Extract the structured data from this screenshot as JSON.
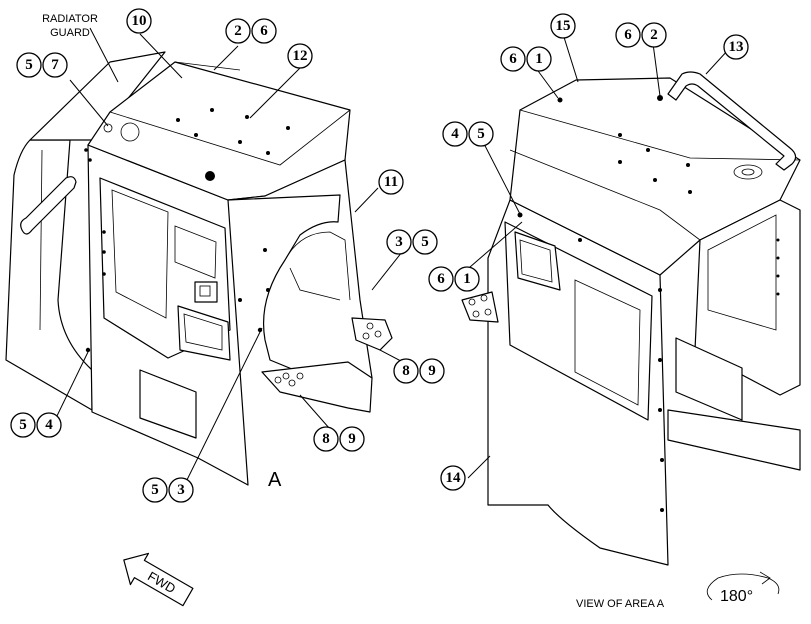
{
  "labels": {
    "radiator_guard_line1": "RADIATOR",
    "radiator_guard_line2": "GUARD",
    "view_marker": "A",
    "view_caption": "VIEW OF AREA A",
    "rotation": "180°",
    "fwd": "FWD"
  },
  "callouts": {
    "c10": "10",
    "c2a": "2",
    "c6a": "6",
    "c12": "12",
    "c5a": "5",
    "c7": "7",
    "c11": "11",
    "c3a": "3",
    "c5b": "5",
    "c8a": "8",
    "c9a": "9",
    "c8b": "8",
    "c9b": "9",
    "c5c": "5",
    "c4a": "4",
    "c5d": "5",
    "c3b": "3",
    "c15": "15",
    "c6b": "6",
    "c1a": "1",
    "c6c": "6",
    "c2b": "2",
    "c13": "13",
    "c4b": "4",
    "c5e": "5",
    "c6d": "6",
    "c1b": "1",
    "c14": "14"
  }
}
